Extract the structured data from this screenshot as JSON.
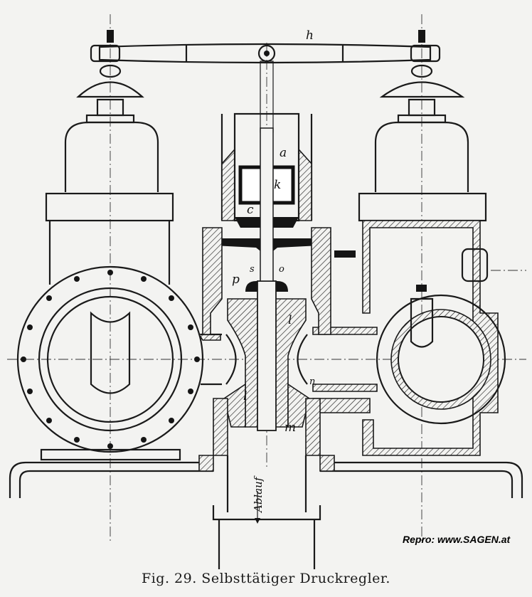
{
  "figure": {
    "caption": "Fig. 29.  Selbsttätiger Druckregler.",
    "credit": "Repro: www.SAGEN.at"
  },
  "labels": {
    "h": "h",
    "a": "a",
    "k": "k",
    "c": "c",
    "s": "s",
    "o": "o",
    "p": "p",
    "l_upper": "l",
    "l_lower": "l",
    "n": "n",
    "m": "m",
    "outlet": "Ablauf"
  }
}
